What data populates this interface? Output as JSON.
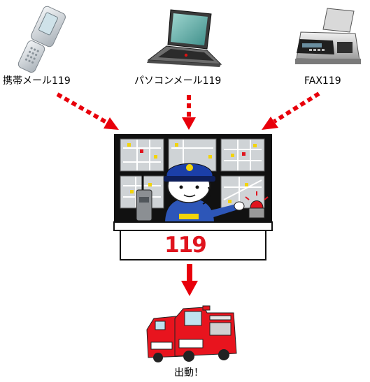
{
  "sources": [
    {
      "label": "携帯メール119",
      "icon": "mobile-phone-icon"
    },
    {
      "label": "パソコンメール119",
      "icon": "laptop-icon"
    },
    {
      "label": "FAX119",
      "icon": "fax-machine-icon"
    }
  ],
  "center": {
    "number": "119",
    "icon": "dispatcher-operator-icon"
  },
  "outcome": {
    "label": "出動！",
    "icon": "fire-engine-icon"
  },
  "colors": {
    "arrow": "#e8000b",
    "panel": "#111111",
    "screen": "#cfd3d6",
    "cap": "#1b3fa8"
  }
}
